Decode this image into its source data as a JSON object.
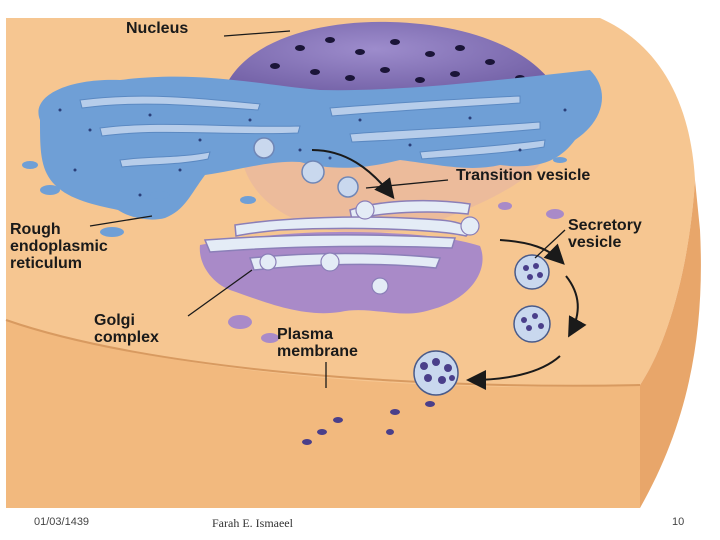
{
  "labels": {
    "nucleus": "Nucleus",
    "transition_vesicle": "Transition vesicle",
    "rough_er": "Rough\nendoplasmic\nreticulum",
    "secretory_vesicle": "Secretory\nvesicle",
    "golgi_complex": "Golgi\ncomplex",
    "plasma_membrane": "Plasma\nmembrane"
  },
  "footer": {
    "date": "01/03/1439",
    "author": "Farah E. Ismaeel",
    "page": "10"
  },
  "colors": {
    "cytoplasm": "#f6c691",
    "cell_edge": "#e8a66a",
    "nucleus": "#8a76b8",
    "rough_er": "#6f9fd6",
    "golgi": "#a98ac8",
    "vesicle": "#c9d8ee",
    "secretion": "#4a3f8a"
  }
}
